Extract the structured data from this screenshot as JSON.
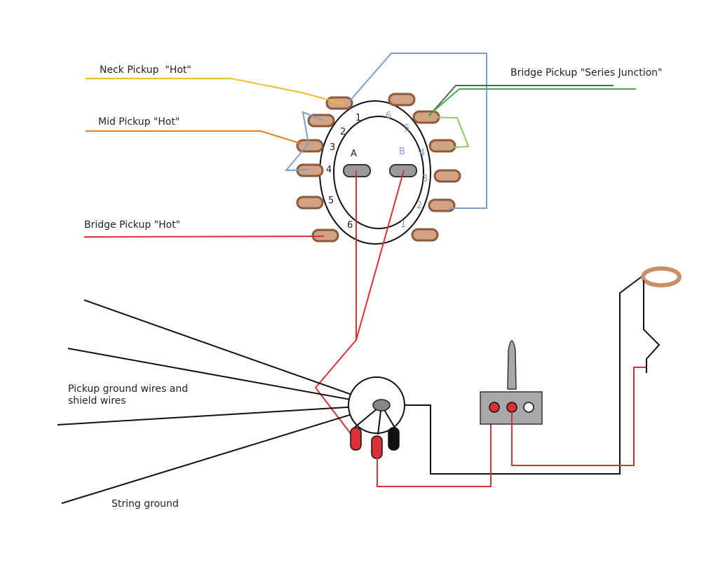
{
  "labels": {
    "neck_hot": "Neck Pickup  \"Hot\"",
    "mid_hot": "Mid Pickup \"Hot\"",
    "bridge_hot": "Bridge Pickup \"Hot\"",
    "bridge_series": "Bridge Pickup \"Series Junction\"",
    "ground_line1": "Pickup ground wires and",
    "ground_line2": "shield wires",
    "string_ground": "String ground"
  },
  "switch": {
    "deck_a_label": "A",
    "deck_b_label": "B",
    "deck_a_numbers": [
      "1",
      "2",
      "3",
      "4",
      "5",
      "6"
    ],
    "deck_b_numbers": [
      "6",
      "5",
      "4",
      "3",
      "2",
      "1"
    ]
  },
  "colors": {
    "neck_wire": "#f2bd2b",
    "mid_wire": "#e97f1c",
    "bridge_wire": "#d9303a",
    "jumper_blue": "#7b9fcb",
    "series_dark": "#4b6b55",
    "series_green": "#3fae4a",
    "jumper_green": "#8fc86a",
    "lug_fill": "#d3a184",
    "lug_stroke": "#8a5a3c",
    "ground_wire": "#111111",
    "jack_plate": "#a8a8a8"
  }
}
